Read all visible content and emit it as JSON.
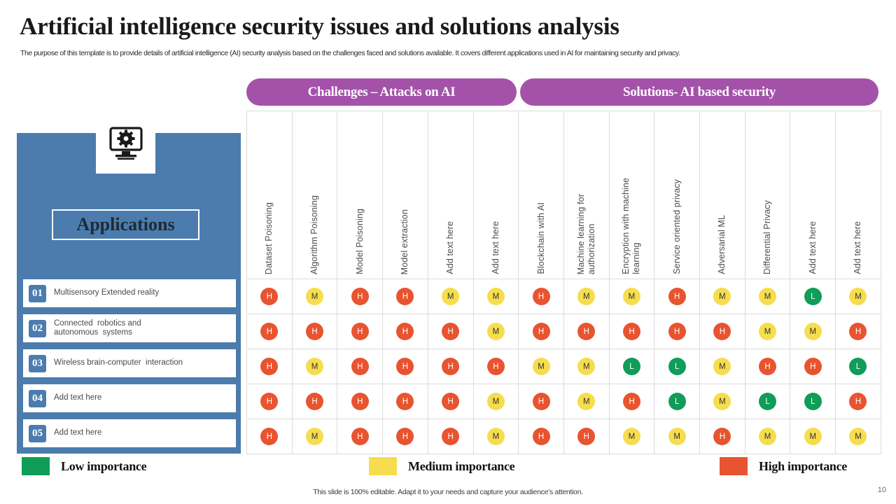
{
  "header": {
    "title": "Artificial intelligence security issues and solutions analysis",
    "subtitle": "The purpose of this template is to provide details of artificial intelligence (AI) security analysis based on the challenges faced and solutions available. It covers different applications used in AI for maintaining security and privacy."
  },
  "banners": {
    "challenges": "Challenges – Attacks on AI",
    "solutions": "Solutions- AI based security"
  },
  "sidebar": {
    "heading": "Applications",
    "icon": "monitor-gear-icon",
    "items": [
      {
        "num": "01",
        "label": "Multisensory Extended reality"
      },
      {
        "num": "02",
        "label": "Connected  robotics and\nautonomous  systems"
      },
      {
        "num": "03",
        "label": "Wireless brain-computer  interaction"
      },
      {
        "num": "04",
        "label": "Add text here"
      },
      {
        "num": "05",
        "label": "Add text here"
      }
    ]
  },
  "legend": [
    {
      "key": "L",
      "label": "Low importance",
      "color": "#0F9D58"
    },
    {
      "key": "M",
      "label": "Medium importance",
      "color": "#F6DD4E"
    },
    {
      "key": "H",
      "label": "High importance",
      "color": "#E8542F"
    }
  ],
  "footer": {
    "note": "This slide is 100% editable. Adapt it to your needs and capture your audience’s attention.",
    "page": "10"
  },
  "colors": {
    "purple": "#A452A9",
    "blue": "#4B7CAD",
    "high": "#E8542F",
    "medium": "#F6DD4E",
    "low": "#0F9D58"
  },
  "chart_data": {
    "type": "heatmap",
    "title": "Artificial intelligence security issues and solutions analysis",
    "xlabel": "",
    "ylabel": "",
    "legend_position": "bottom",
    "column_groups": [
      {
        "name": "Challenges – Attacks on AI",
        "span": 6
      },
      {
        "name": "Solutions- AI based security",
        "span": 8
      }
    ],
    "categories": [
      "Dataset Poisoning",
      "Algorithm Poisoning",
      "Model Poisoning",
      "Model extraction",
      "Add text here",
      "Add text here",
      "Blockchain with AI",
      "Machine learning for\nauthorization",
      "Encryption with machine\nlearning",
      "Service oriented privacy",
      "Adversarial ML",
      "Differential Privacy",
      "Add text here",
      "Add text here"
    ],
    "rows": [
      "Multisensory Extended reality",
      "Connected robotics and autonomous systems",
      "Wireless brain-computer interaction",
      "Add text here",
      "Add text here"
    ],
    "value_scale": {
      "L": "Low importance",
      "M": "Medium importance",
      "H": "High importance"
    },
    "values": [
      [
        "H",
        "M",
        "H",
        "H",
        "M",
        "M",
        "H",
        "M",
        "M",
        "H",
        "M",
        "M",
        "L",
        "M"
      ],
      [
        "H",
        "H",
        "H",
        "H",
        "H",
        "M",
        "H",
        "H",
        "H",
        "H",
        "H",
        "M",
        "M",
        "H"
      ],
      [
        "H",
        "M",
        "H",
        "H",
        "H",
        "H",
        "M",
        "M",
        "L",
        "L",
        "M",
        "H",
        "H",
        "L"
      ],
      [
        "H",
        "H",
        "H",
        "H",
        "H",
        "M",
        "H",
        "M",
        "H",
        "L",
        "M",
        "L",
        "L",
        "H"
      ],
      [
        "H",
        "M",
        "H",
        "H",
        "H",
        "M",
        "H",
        "H",
        "M",
        "M",
        "H",
        "M",
        "M",
        "M"
      ]
    ]
  }
}
